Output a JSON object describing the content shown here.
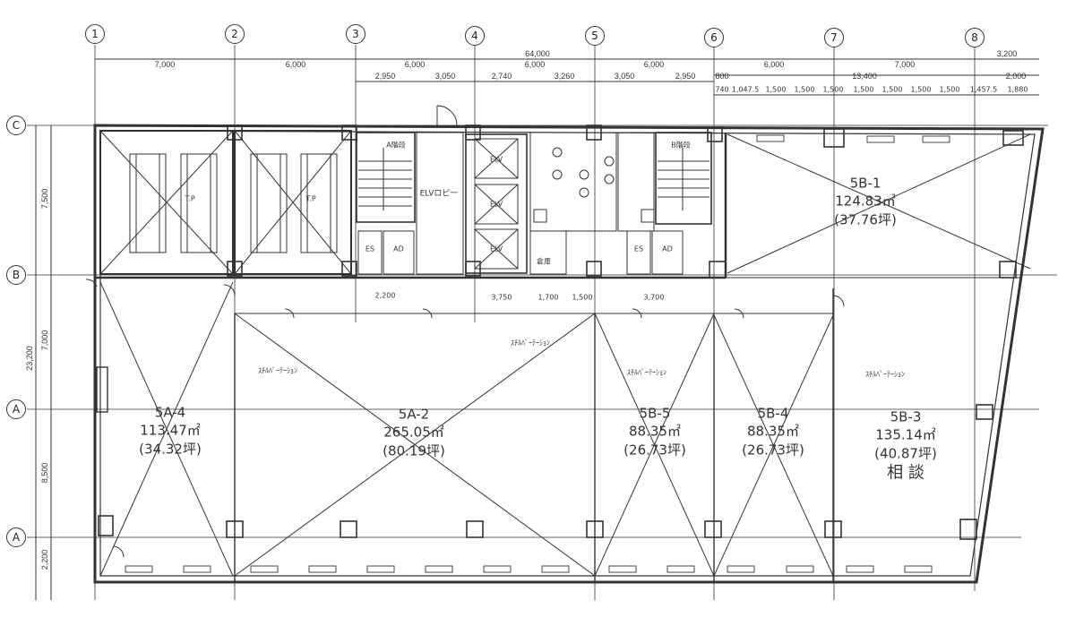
{
  "axes_columns": [
    "1",
    "2",
    "3",
    "4",
    "5",
    "6",
    "7",
    "8"
  ],
  "axes_rows": [
    "C",
    "B",
    "A",
    "A"
  ],
  "dimensions": {
    "overall": "64,000",
    "right_extra": "3,200",
    "span_top": [
      "7,000",
      "6,000",
      "6,000",
      "6,000",
      "6,000",
      "6,000",
      "7,000"
    ],
    "span_second": [
      "2,950",
      "3,050",
      "2,740",
      "3,260",
      "3,050",
      "2,950"
    ],
    "span_right": "13,400",
    "span_right2": "2,000",
    "right_fine": [
      "740",
      "1,047.5",
      "1,500",
      "1,500",
      "1,500",
      "1,500",
      "1,500",
      "1,500",
      "1,500",
      "1,457.5",
      "1,880"
    ],
    "bottom_fine": [
      "2,200",
      "3,750",
      "1,700",
      "1,500",
      "3,700"
    ],
    "vertical": [
      "7,500",
      "23,200",
      "7,000",
      "8,500",
      "2,200"
    ],
    "small_bm": "800"
  },
  "rooms": [
    {
      "id": "5B-1",
      "area": "124.83㎡",
      "tsubo": "(37.76坪)"
    },
    {
      "id": "5A-4",
      "area": "113.47㎡",
      "tsubo": "(34.32坪)"
    },
    {
      "id": "5A-2",
      "area": "265.05㎡",
      "tsubo": "(80.19坪)"
    },
    {
      "id": "5B-5",
      "area": "88.35㎡",
      "tsubo": "(26.73坪)"
    },
    {
      "id": "5B-4",
      "area": "88.35㎡",
      "tsubo": "(26.73坪)"
    },
    {
      "id": "5B-3",
      "area": "135.14㎡",
      "tsubo": "(40.87坪)",
      "note": "相 談"
    }
  ],
  "core_labels": {
    "elv_lobby": "ELVロビー",
    "es": "ES",
    "ad": "AD",
    "stair_a": "A階段",
    "stair_b": "B階段",
    "tp": "T.P",
    "elv": "ELV",
    "storage": "倉庫"
  },
  "partition_label": "ｽﾁﾙﾊﾟｰﾃｰｼｮﾝ"
}
